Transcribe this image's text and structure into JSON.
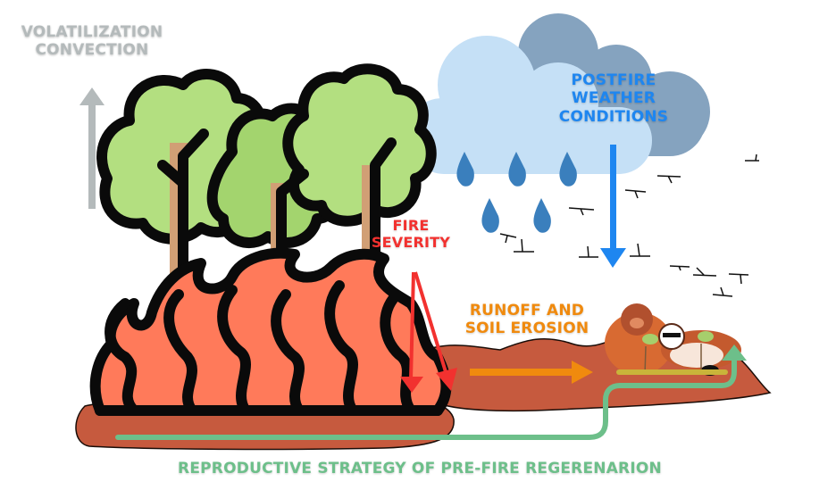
{
  "diagram": {
    "labels": {
      "volatilization": "VOLATILIZATION\nCONVECTION",
      "volatilization_line1": "VOLATILIZATION",
      "volatilization_line2": "CONVECTION",
      "weather_line1": "POSTFIRE",
      "weather_line2": "WEATHER",
      "weather_line3": "CONDITIONS",
      "fire_line1": "FIRE",
      "fire_line2": "SEVERITY",
      "runoff_line1": "RUNOFF AND",
      "runoff_line2": "SOIL EROSION",
      "reproductive": "REPRODUCTIVE STRATEGY OF PRE-FIRE REGERENARION"
    },
    "colors": {
      "volatilization": "#b4babb",
      "weather": "#1e86f0",
      "fire": "#f2312f",
      "runoff": "#f08a0e",
      "reproductive": "#6dbf8a",
      "soil": "#c65a3e",
      "tree_canopy": "#b3df80",
      "tree_trunk": "#d19f75",
      "flame": "#ff7a5a",
      "cloud_front": "#c5e0f6",
      "cloud_back": "#85a3bf",
      "raindrop": "#3a7fbd"
    },
    "icons": [
      "tree-icon",
      "flame-icon",
      "cloud-icon",
      "raindrop-icon",
      "bird-icon",
      "orangutan-icon",
      "red-panda-icon",
      "seedling-icon",
      "arrow-up-icon",
      "arrow-down-icon",
      "arrow-right-icon"
    ]
  }
}
